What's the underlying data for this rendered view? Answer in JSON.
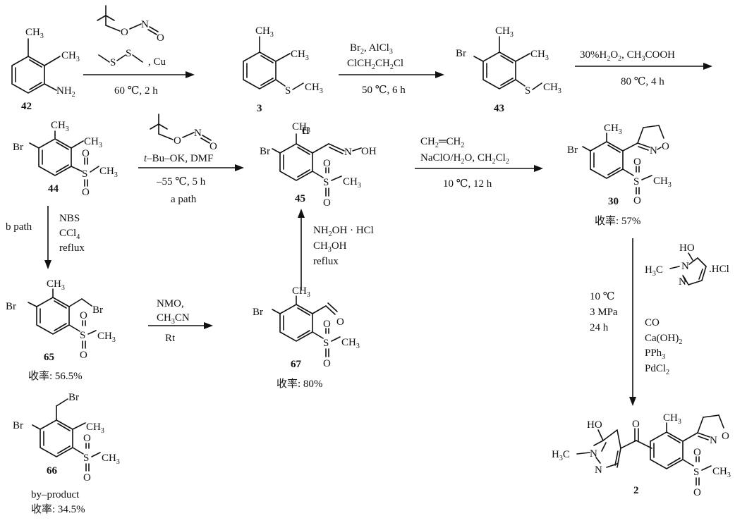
{
  "compounds": {
    "c42": {
      "num": "42"
    },
    "c3": {
      "num": "3"
    },
    "c43": {
      "num": "43"
    },
    "c44": {
      "num": "44"
    },
    "c45": {
      "num": "45"
    },
    "c30": {
      "num": "30",
      "yield": "收率: 57%"
    },
    "c65": {
      "num": "65",
      "yield": "收率: 56.5%"
    },
    "c66": {
      "num": "66",
      "note": "by–product",
      "yield": "收率: 34.5%"
    },
    "c67": {
      "num": "67",
      "yield": "收率: 80%"
    },
    "c2": {
      "num": "2"
    }
  },
  "atoms": {
    "CH3": "CH",
    "sub3": "3",
    "NH2": "NH",
    "sub2": "2",
    "Br": "Br",
    "S": "S",
    "O": "O",
    "OH": "OH",
    "HO": "HO",
    "N": "N",
    "H3C": "H",
    "sub3b": "3",
    "C": "C",
    "HCl": ".HCl",
    "ON": "O",
    "Nisox": "N"
  },
  "steps": {
    "s1": {
      "reagent2": "S",
      "reagent3": ",   Cu",
      "cond": "60 ℃, 2 h"
    },
    "s2": {
      "line1": "Br",
      "line1b": "2",
      "line1c": ", AlCl",
      "line1d": "3",
      "line2": "ClCH",
      "line2b": "2",
      "line2c": "CH",
      "line2d": "2",
      "line2e": "Cl",
      "cond": "50 ℃, 6 h"
    },
    "s3": {
      "line1": "30%H",
      "line1b": "2",
      "line1c": "O",
      "line1d": "2",
      "line1e": ", CH",
      "line1f": "3",
      "line1g": "COOH",
      "cond": "80 ℃, 4 h"
    },
    "s4": {
      "line1": "t",
      "line1b": "–Bu–OK, DMF",
      "cond": "–55 ℃, 5 h",
      "path": "a path"
    },
    "s5": {
      "line1": "CH",
      "line1b": "2",
      "line1c": "═CH",
      "line1d": "2",
      "line2": "NaClO/H",
      "line2b": "2",
      "line2c": "O, CH",
      "line2d": "2",
      "line2e": "Cl",
      "line2f": "2",
      "cond": "10 ℃, 12 h"
    },
    "s6": {
      "path": "b path",
      "l1": "NBS",
      "l2": "CCl",
      "l2b": "4",
      "l3": "reflux"
    },
    "s7": {
      "l1": "NMO,",
      "l2": "CH",
      "l2b": "3",
      "l2c": "CN",
      "l3": "Rt"
    },
    "s8": {
      "l1": "NH",
      "l1b": "2",
      "l1c": "OH · HCl",
      "l2": "CH",
      "l2b": "3",
      "l2c": "OH",
      "l3": "reflux"
    },
    "s9": {
      "l1": "10 ℃",
      "l2": "3 MPa",
      "l3": "24 h",
      "r1": "CO",
      "r2": "Ca(OH)",
      "r2b": "2",
      "r3": "PPh",
      "r3b": "3",
      "r4": "PdCl",
      "r4b": "2"
    }
  }
}
